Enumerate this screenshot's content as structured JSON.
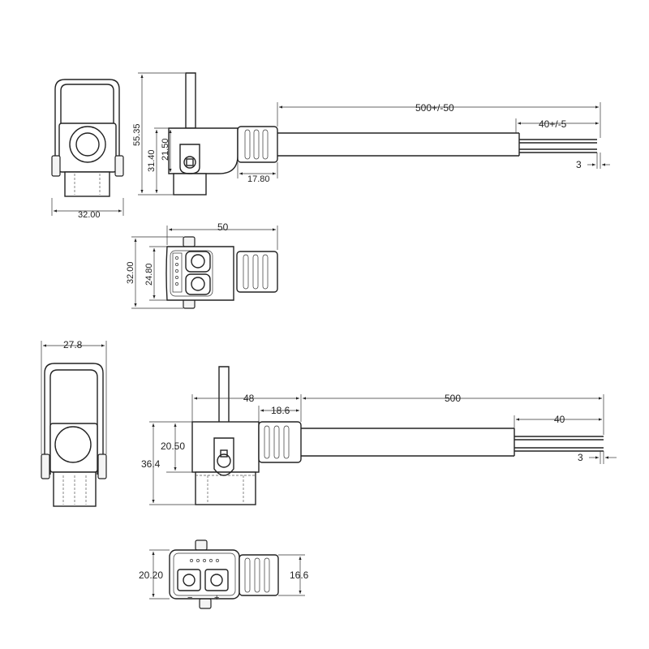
{
  "views": {
    "top_front": {
      "width_label": "32.00"
    },
    "top_side": {
      "height_total_label": "55.35",
      "height_body_label": "31.40",
      "pin_label": "21.50",
      "boot_label": "17.80",
      "cable_length_label": "500+/-50",
      "strip_length_label": "40+/-5",
      "tip_label": "3"
    },
    "mid_plan": {
      "length_label": "50",
      "width_outer_label": "32.00",
      "width_inner_label": "24.80"
    },
    "bottom_front": {
      "width_label": "27.8"
    },
    "bottom_side": {
      "body_length_label": "48",
      "boot_length_label": "18.6",
      "cable_length_label": "500",
      "strip_length_label": "40",
      "tip_label": "3",
      "body_height_label": "20.50",
      "total_height_label": "36.4"
    },
    "bottom_plan": {
      "width_label": "20.20",
      "boot_width_label": "16.6",
      "minus_sign": "−",
      "plus_sign": "+"
    }
  }
}
